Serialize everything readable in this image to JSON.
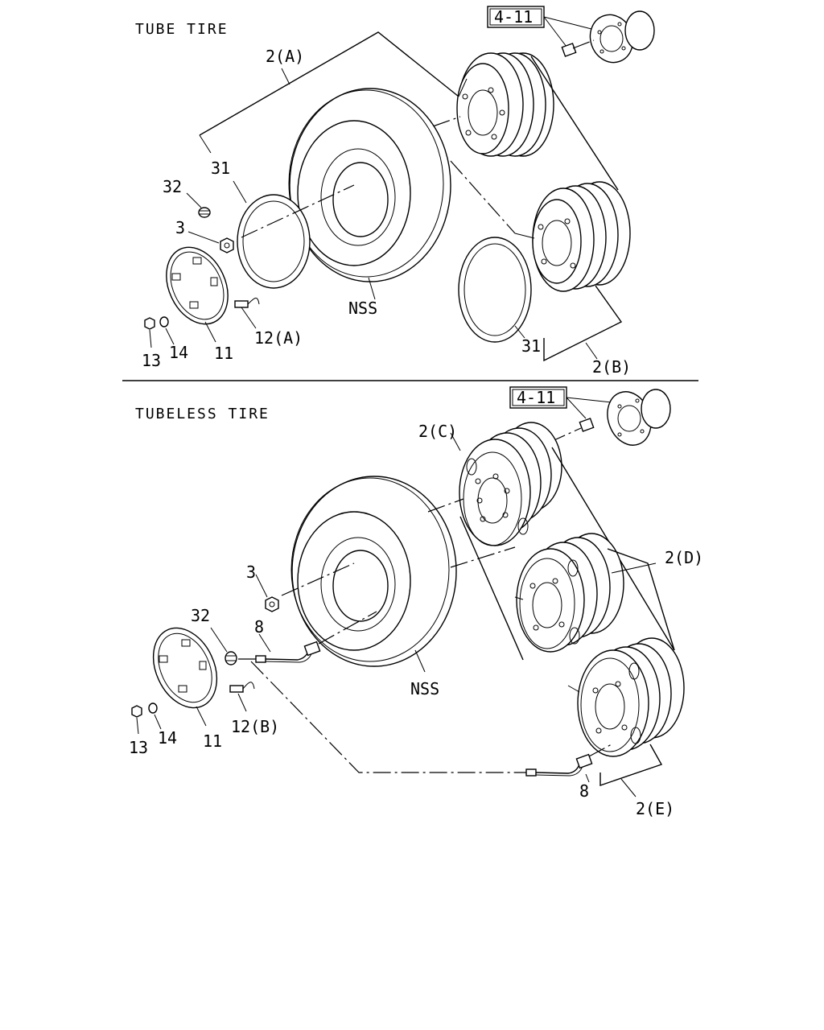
{
  "sections": {
    "tube": {
      "heading": "TUBE TIRE",
      "ref_box": "4-11",
      "labels": {
        "assembly_a": "2(A)",
        "assembly_b": "2(B)",
        "flap_front": "31",
        "flap_rear": "31",
        "cap": "32",
        "nut": "3",
        "tire": "NSS",
        "bolt": "12(A)",
        "nut_small": "13",
        "washer": "14",
        "cover": "11"
      }
    },
    "tubeless": {
      "heading": "TUBELESS TIRE",
      "ref_box": "4-11",
      "labels": {
        "assembly_c": "2(C)",
        "assembly_d": "2(D)",
        "assembly_e": "2(E)",
        "nut": "3",
        "cap": "32",
        "extension": "8",
        "extension_lower": "8",
        "tire": "NSS",
        "bolt": "12(B)",
        "nut_small": "13",
        "washer": "14",
        "cover": "11"
      }
    }
  }
}
